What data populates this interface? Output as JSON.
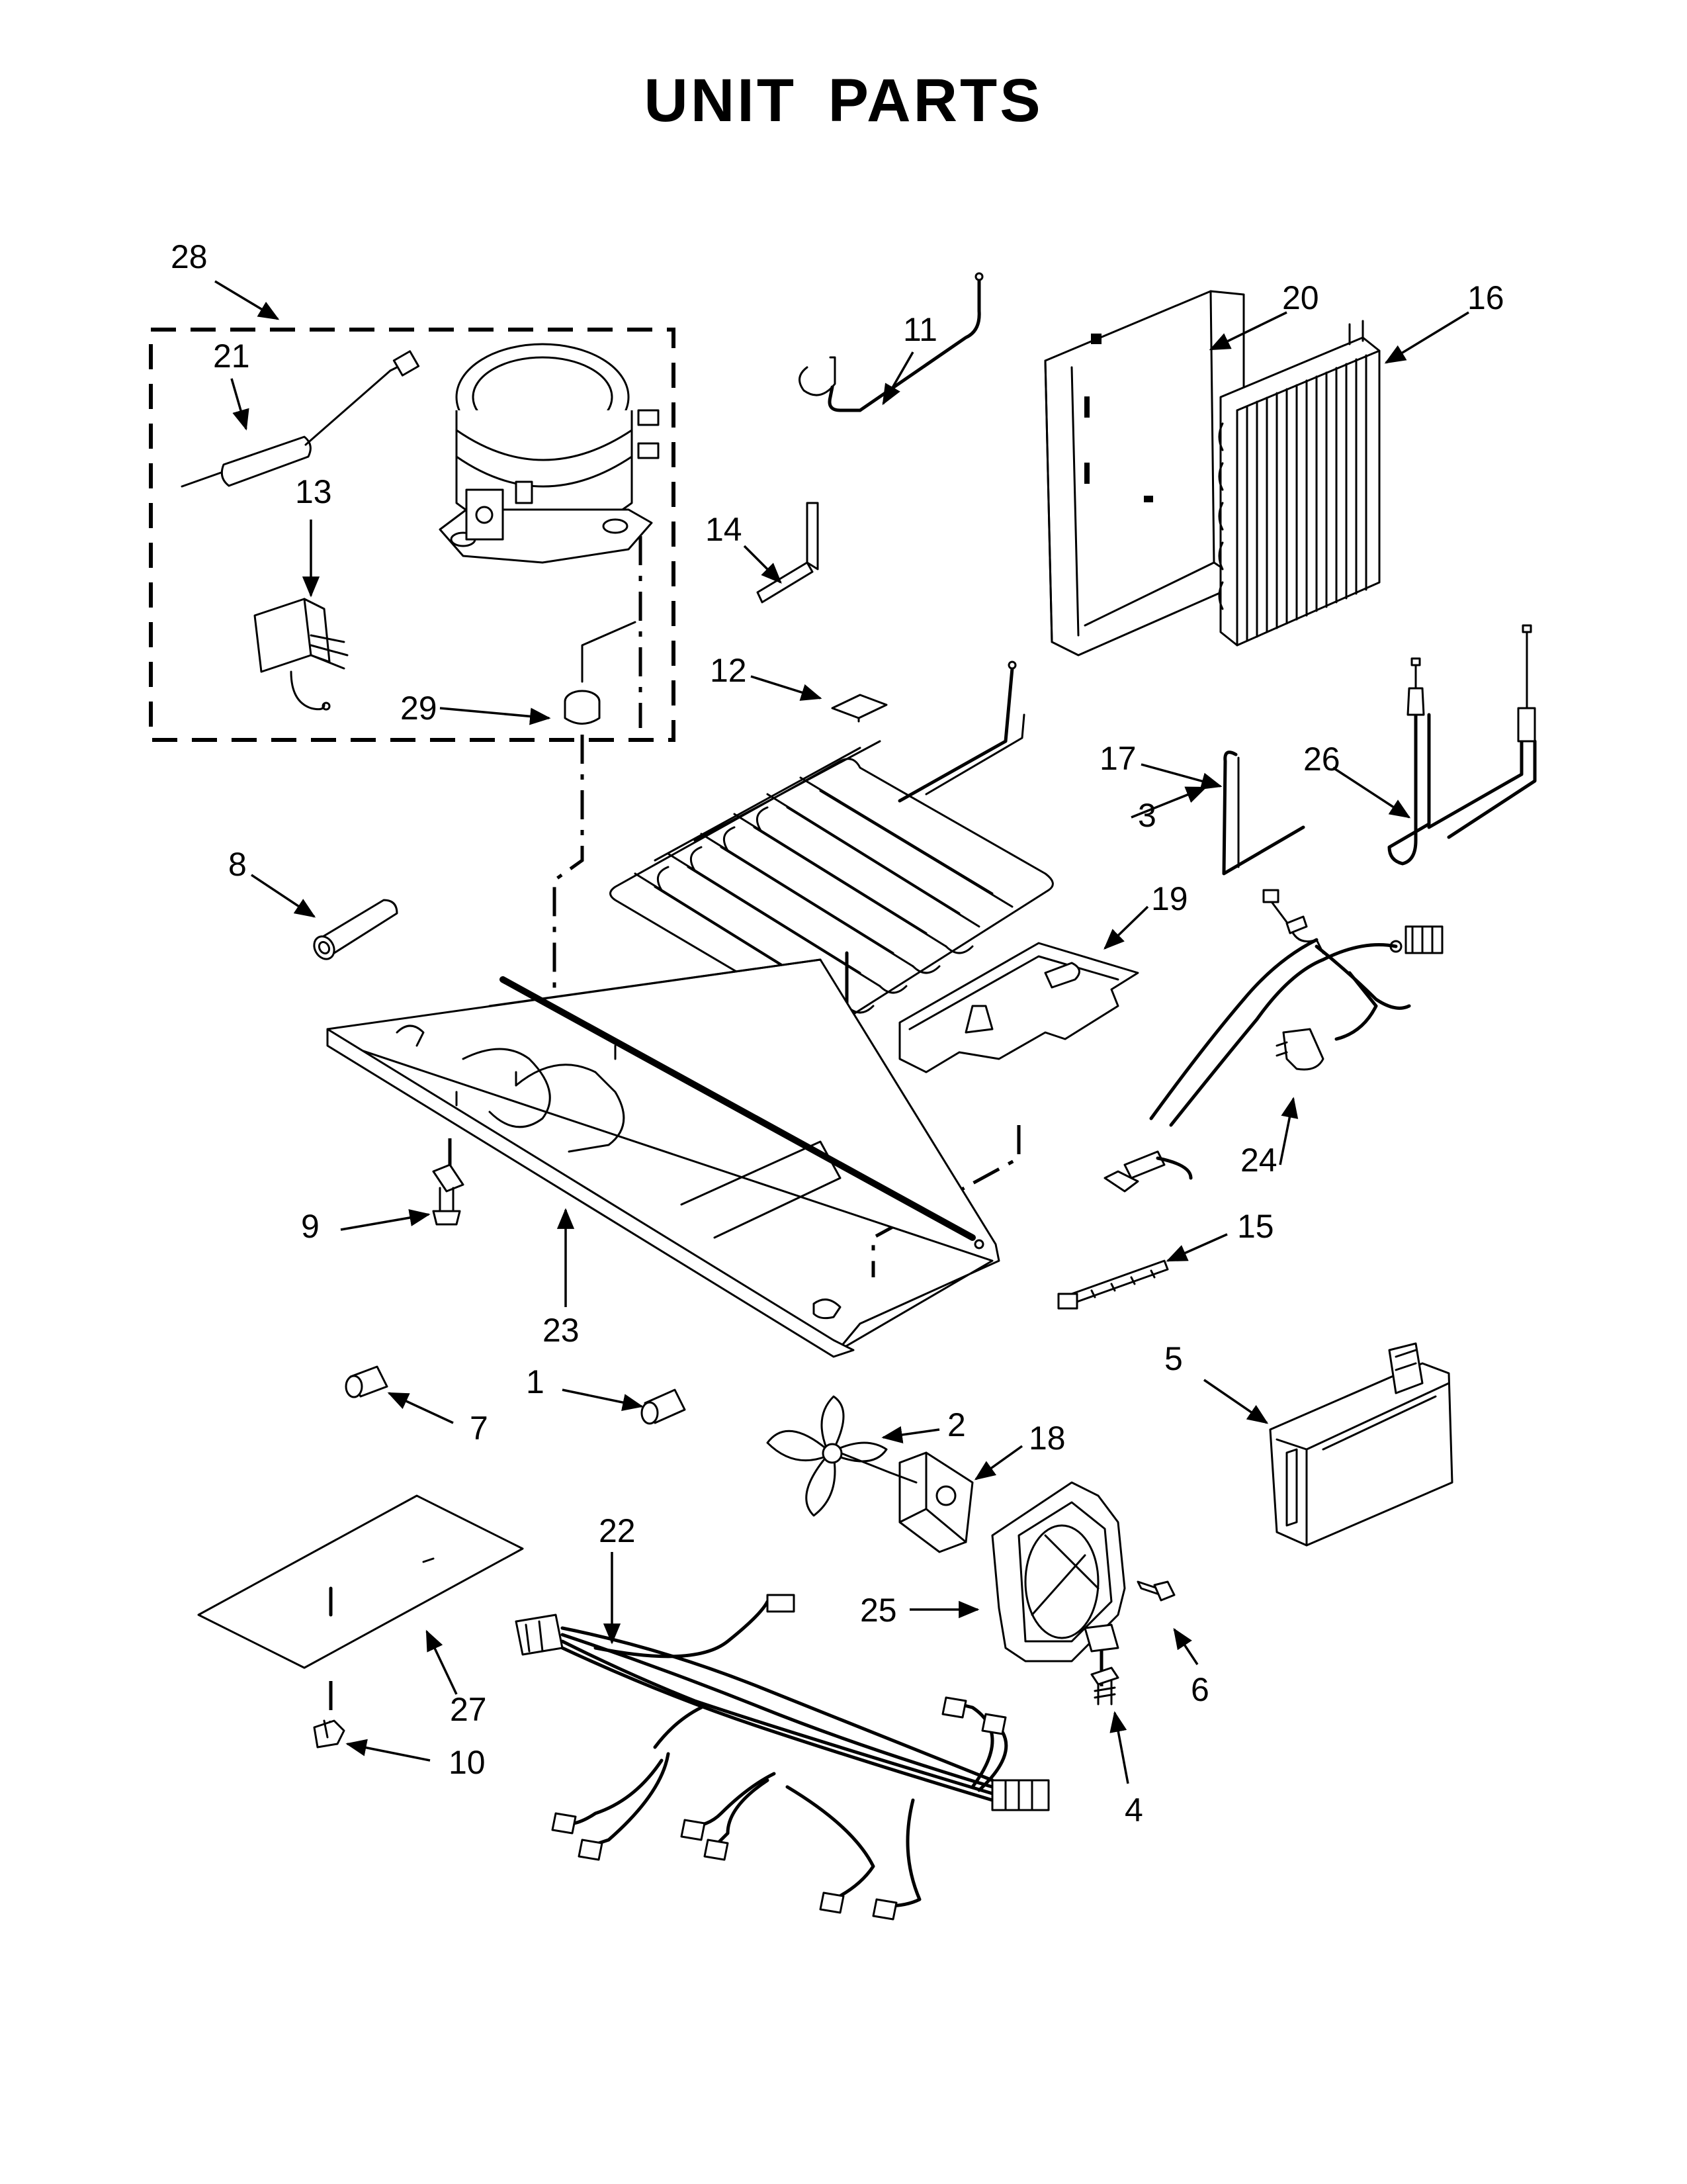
{
  "title": "UNIT PARTS",
  "callouts": [
    "1",
    "2",
    "3",
    "4",
    "5",
    "6",
    "7",
    "8",
    "9",
    "10",
    "11",
    "12",
    "13",
    "14",
    "15",
    "16",
    "17",
    "18",
    "19",
    "20",
    "21",
    "22",
    "23",
    "24",
    "25",
    "26",
    "27",
    "28",
    "29"
  ]
}
